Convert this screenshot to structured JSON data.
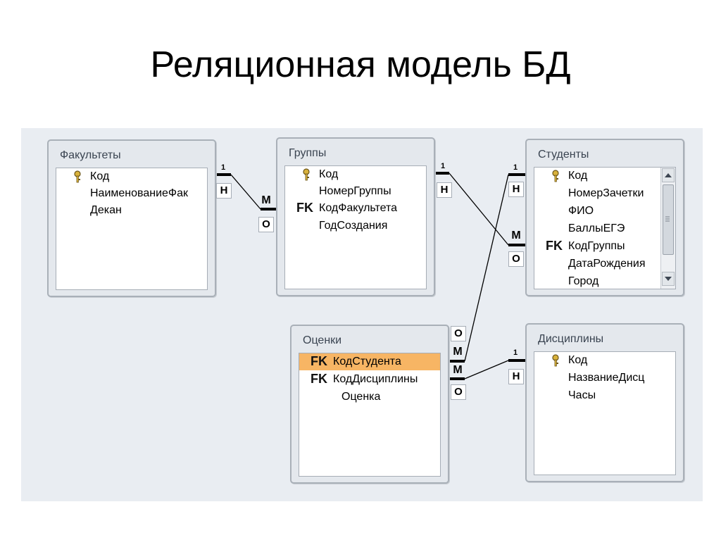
{
  "title": "Реляционная модель БД",
  "tables": {
    "faculties": {
      "title": "Факультеты",
      "fields": [
        "Код",
        "НаименованиеФак",
        "Декан"
      ]
    },
    "groups": {
      "title": "Группы",
      "fields": [
        "Код",
        "НомерГруппы",
        "КодФакультета",
        "ГодСоздания"
      ]
    },
    "students": {
      "title": "Студенты",
      "fields": [
        "Код",
        "НомерЗачетки",
        "ФИО",
        "БаллыЕГЭ",
        "КодГруппы",
        "ДатаРождения",
        "Город"
      ]
    },
    "grades": {
      "title": "Оценки",
      "fields": [
        "КодСтудента",
        "КодДисциплины",
        "Оценка"
      ]
    },
    "disciplines": {
      "title": "Дисциплины",
      "fields": [
        "Код",
        "НазваниеДисц",
        "Часы"
      ]
    }
  },
  "marks": {
    "fk": "FK",
    "one": "1",
    "n": "Н",
    "m": "М",
    "o": "О"
  },
  "icons": {
    "primary_key": "key-icon",
    "scroll_up": "scroll-up-icon",
    "scroll_down": "scroll-down-icon"
  },
  "colors": {
    "highlight": "#f7b564",
    "canvas": "#e9edf2"
  }
}
